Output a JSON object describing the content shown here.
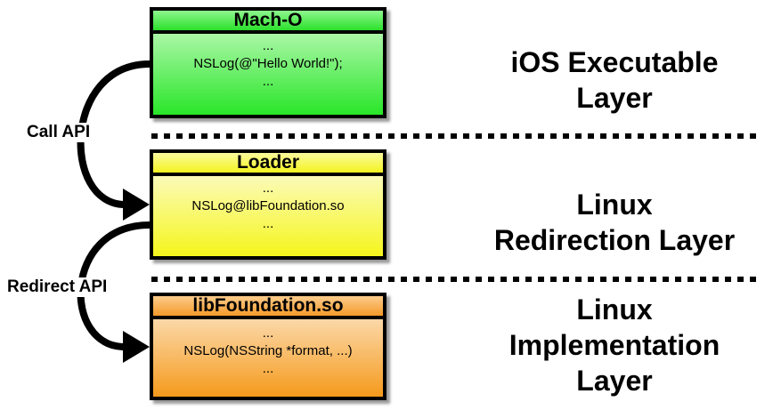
{
  "boxes": [
    {
      "title": "Mach-O",
      "lines": [
        "...",
        "NSLog(@\"Hello World!\");",
        "..."
      ]
    },
    {
      "title": "Loader",
      "lines": [
        "...",
        "NSLog@libFoundation.so",
        "..."
      ]
    },
    {
      "title": "libFoundation.so",
      "lines": [
        "...",
        "NSLog(NSString *format, ...)",
        "..."
      ]
    }
  ],
  "layers": [
    {
      "lines": [
        "iOS Executable",
        "Layer"
      ]
    },
    {
      "lines": [
        "Linux",
        "Redirection Layer"
      ]
    },
    {
      "lines": [
        "Linux",
        "Implementation",
        "Layer"
      ]
    }
  ],
  "arrows": {
    "call": "Call API",
    "redirect": "Redirect API"
  }
}
